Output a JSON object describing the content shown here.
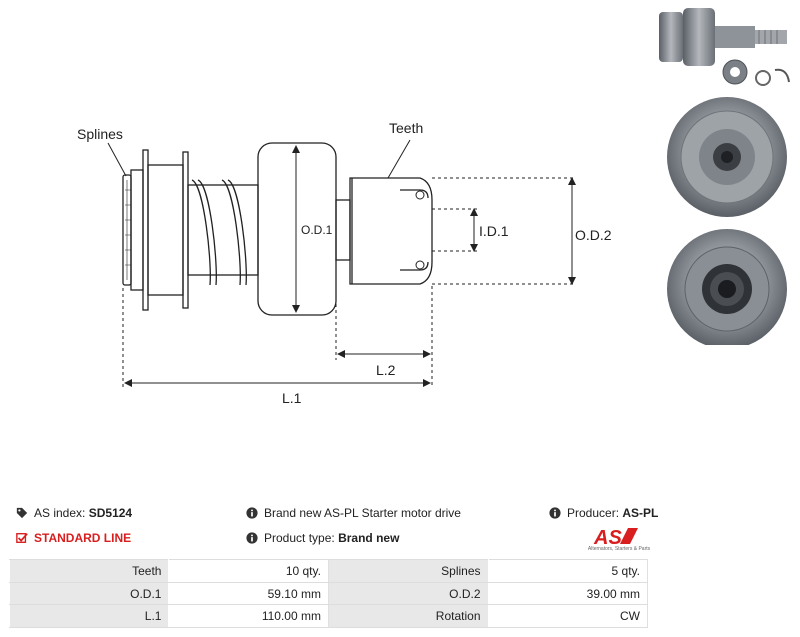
{
  "drawing": {
    "labels": {
      "splines": "Splines",
      "teeth": "Teeth",
      "od1": "O.D.1",
      "id1": "I.D.1",
      "od2": "O.D.2",
      "l2": "L.2",
      "l1": "L.1"
    }
  },
  "info": {
    "as_index_label": "AS index:",
    "as_index_value": "SD5124",
    "standard_line": "STANDARD LINE",
    "description": "Brand new AS-PL Starter motor drive",
    "product_type_label": "Product type:",
    "product_type_value": "Brand new",
    "producer_label": "Producer:",
    "producer_value": "AS-PL"
  },
  "logo": {
    "mark": "AS",
    "tagline": "Alternators, Starters & Parts",
    "color": "#d81e1e"
  },
  "specs": {
    "rows": [
      {
        "l1": "Teeth",
        "v1": "10 qty.",
        "l2": "Splines",
        "v2": "5 qty."
      },
      {
        "l1": "O.D.1",
        "v1": "59.10 mm",
        "l2": "O.D.2",
        "v2": "39.00 mm"
      },
      {
        "l1": "L.1",
        "v1": "110.00 mm",
        "l2": "Rotation",
        "v2": "CW"
      }
    ]
  }
}
